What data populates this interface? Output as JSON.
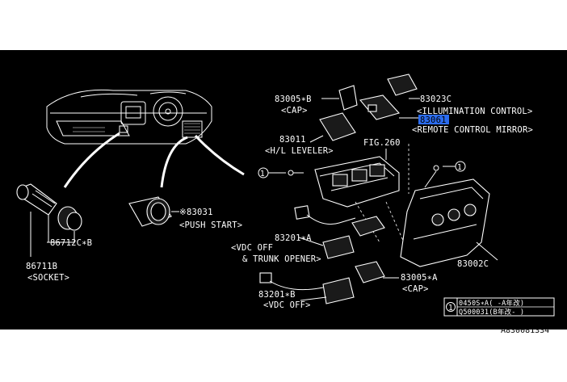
{
  "colors": {
    "canvas": "#000000",
    "page": "#ffffff",
    "linework": "#ffffff",
    "highlight": "#2b6cf0"
  },
  "labels": {
    "cap_top_part": "83005∗B",
    "cap_top_name": "<CAP>",
    "illum_part": "83023C",
    "illum_name": "<ILLUMINATION CONTROL>",
    "mirror_part": "83061",
    "mirror_name": "<REMOTE CONTROL MIRROR>",
    "leveler_part": "83011",
    "leveler_name": "<H/L LEVELER>",
    "fig_ref": "FIG.260",
    "push_part": "※83031",
    "push_name": "<PUSH START>",
    "socket_cap_part": "86712C∗B",
    "socket_part": "86711B",
    "socket_name": "<SOCKET>",
    "vdc_trunk_part": "83201∗A",
    "vdc_trunk_name_1": "<VDC OFF",
    "vdc_trunk_name_2": "& TRUNK OPENER>",
    "cap_bottom_part": "83005∗A",
    "cap_bottom_name": "<CAP>",
    "vdc_part": "83201∗B",
    "vdc_name": "<VDC OFF>",
    "panel_part": "83002C",
    "callout_left": "1",
    "callout_right": "1",
    "ref_marker": "1",
    "ref_row1": "0450S∗A(  -A年改)",
    "ref_row2": "Q500031(B年改-  )",
    "drawing_no": "A830081334"
  }
}
